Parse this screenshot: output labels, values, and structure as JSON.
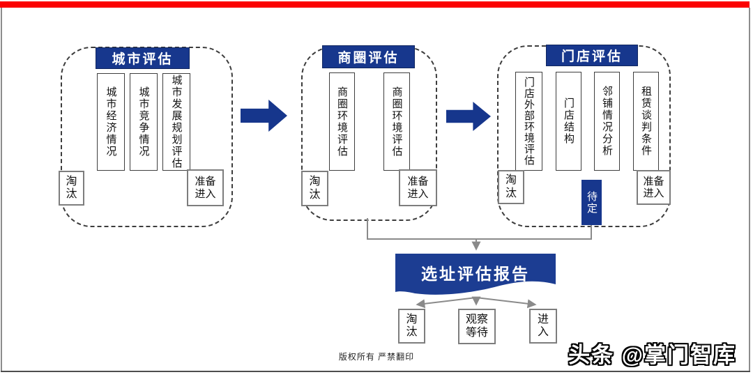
{
  "colors": {
    "navy": "#17378D",
    "banner_navy": "#1C3D92",
    "red_bar": "#FB0202",
    "connector_gray": "#8a8a8a"
  },
  "stages": [
    {
      "title": "城市评估",
      "items": [
        "城市经济情况",
        "城市竞争情况",
        "城市发展规划评估"
      ],
      "fail_label": "淘\n汰",
      "pass_label": "准备\n进入"
    },
    {
      "title": "商圈评估",
      "items": [
        "商圈环境评估",
        "商圈环境评估"
      ],
      "fail_label": "淘\n汰",
      "pass_label": "准备\n进入"
    },
    {
      "title": "门店评估",
      "items": [
        "门店外部环境评估",
        "门店结构",
        "邻铺情况分析",
        "租赁谈判条件"
      ],
      "fail_label": "淘\n汰",
      "pending_label": "待定",
      "pass_label": "准备\n进入"
    }
  ],
  "report": {
    "title": "选址评估报告",
    "outcomes": [
      "淘\n汰",
      "观察\n等待",
      "进\n入"
    ]
  },
  "footer": {
    "copyright": "版权所有 严禁翻印"
  },
  "watermark": {
    "text": "头条 @掌门智库"
  }
}
